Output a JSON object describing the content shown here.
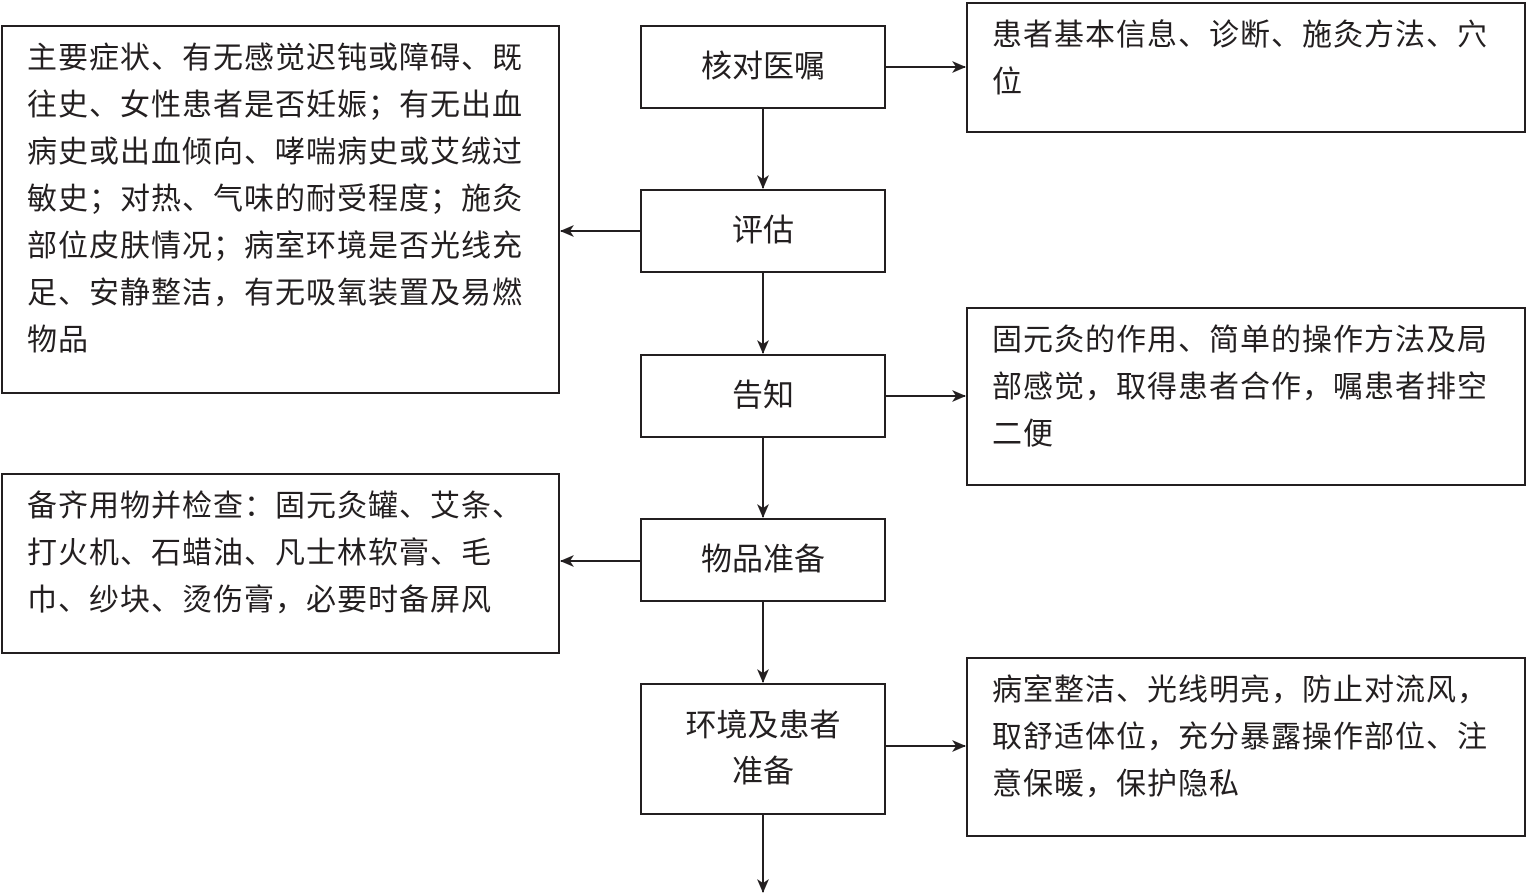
{
  "steps": [
    {
      "label": "核对医嘱"
    },
    {
      "label": "评估"
    },
    {
      "label": "告知"
    },
    {
      "label": "物品准备"
    },
    {
      "label": "环境及患者准备"
    }
  ],
  "notes": {
    "check_orders": "患者基本信息、诊断、施灸方法、穴位",
    "assess": "主要症状、有无感觉迟钝或障碍、既往史、女性患者是否妊娠；有无出血病史或出血倾向、哮喘病史或艾绒过敏史；对热、气味的耐受程度；施灸部位皮肤情况；病室环境是否光线充足、安静整洁，有无吸氧装置及易燃物品",
    "inform": "固元灸的作用、简单的操作方法及局部感觉，取得患者合作，嘱患者排空二便",
    "supplies": "备齐用物并检查：固元灸罐、艾条、打火机、石蜡油、凡士林软膏、毛巾、纱块、烫伤膏，必要时备屏风",
    "environment": "病室整洁、光线明亮，防止对流风，取舒适体位，充分暴露操作部位、注意保暖，保护隐私"
  }
}
